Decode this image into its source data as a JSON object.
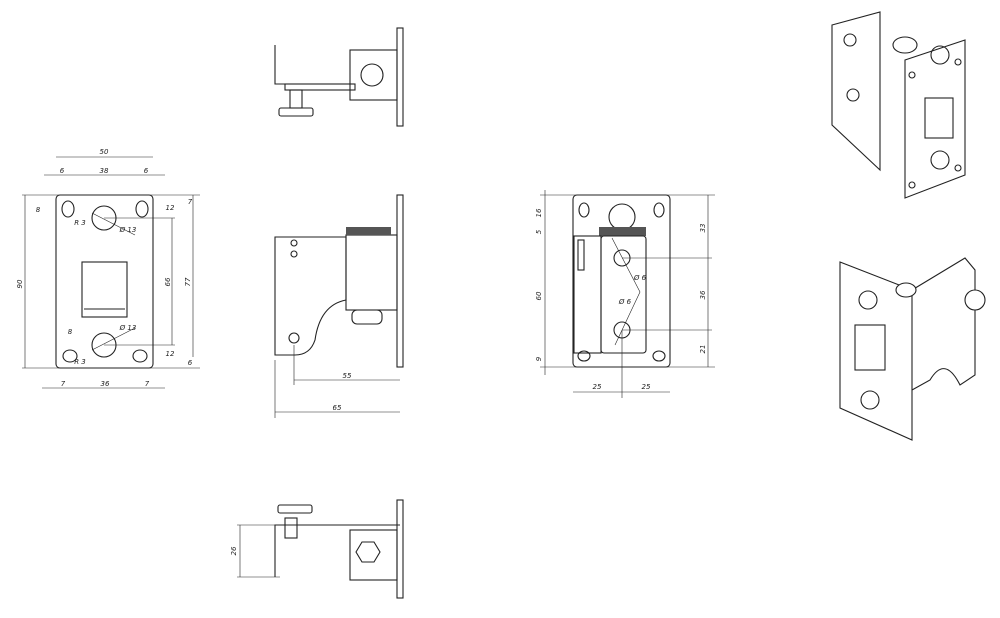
{
  "front_view": {
    "dims": [
      "50",
      "6",
      "38",
      "6",
      "8",
      "R 3",
      "Ø 13",
      "90",
      "66",
      "77",
      "7",
      "12",
      "12",
      "6",
      "8",
      "Ø 13",
      "R 3",
      "7",
      "36",
      "7"
    ]
  },
  "side_view": {
    "dims": [
      "55",
      "65"
    ]
  },
  "rear_view": {
    "dims": [
      "16",
      "5",
      "60",
      "9",
      "33",
      "36",
      "21",
      "25",
      "25",
      "Ø 6",
      "Ø 6"
    ]
  },
  "bottom_view": {
    "dims": [
      "26"
    ]
  }
}
